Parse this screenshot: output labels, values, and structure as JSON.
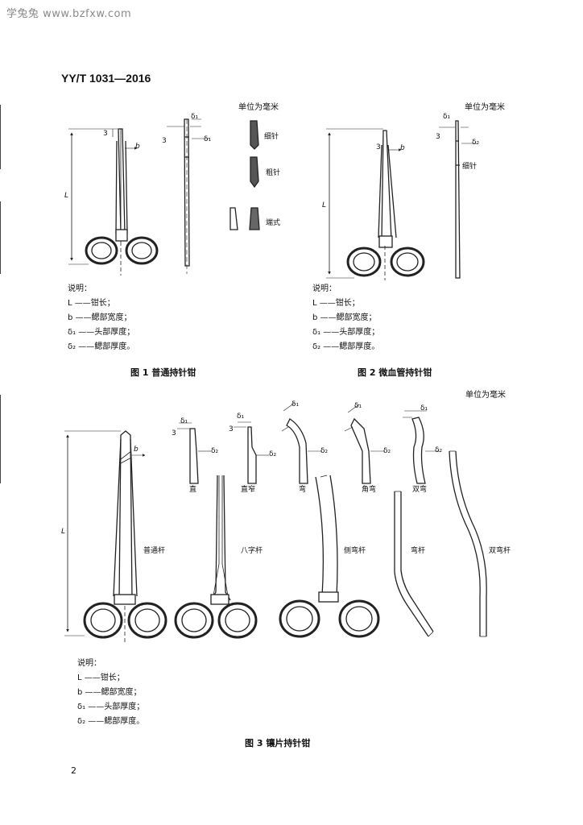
{
  "watermark": "学兔兔 www.bzfxw.com",
  "standard_number": "YY/T 1031—2016",
  "unit_label": "单位为毫米",
  "page_number": "2",
  "figure1": {
    "caption": "图 1   普通持针钳",
    "tip_labels": [
      "细针",
      "粗针",
      "端式"
    ]
  },
  "figure2": {
    "caption": "图 2   微血管持针钳",
    "tip_label": "细针"
  },
  "figure3": {
    "caption": "图 3   镶片持针钳",
    "jaw_labels": [
      "直",
      "直窄",
      "弯",
      "角弯",
      "双弯"
    ],
    "shaft_labels": [
      "普通杆",
      "八字杆",
      "侧弯杆",
      "弯杆",
      "双弯杆"
    ]
  },
  "dimension_labels": {
    "L": "L",
    "b": "b",
    "three": "3",
    "d1": "δ₁",
    "d2": "δ₂"
  },
  "legend": {
    "title": "说明：",
    "items": [
      "L ——钳长；",
      "b ——鳃部宽度；",
      "δ₁ ——头部厚度；",
      "δ₂ ——鳃部厚度。"
    ]
  }
}
